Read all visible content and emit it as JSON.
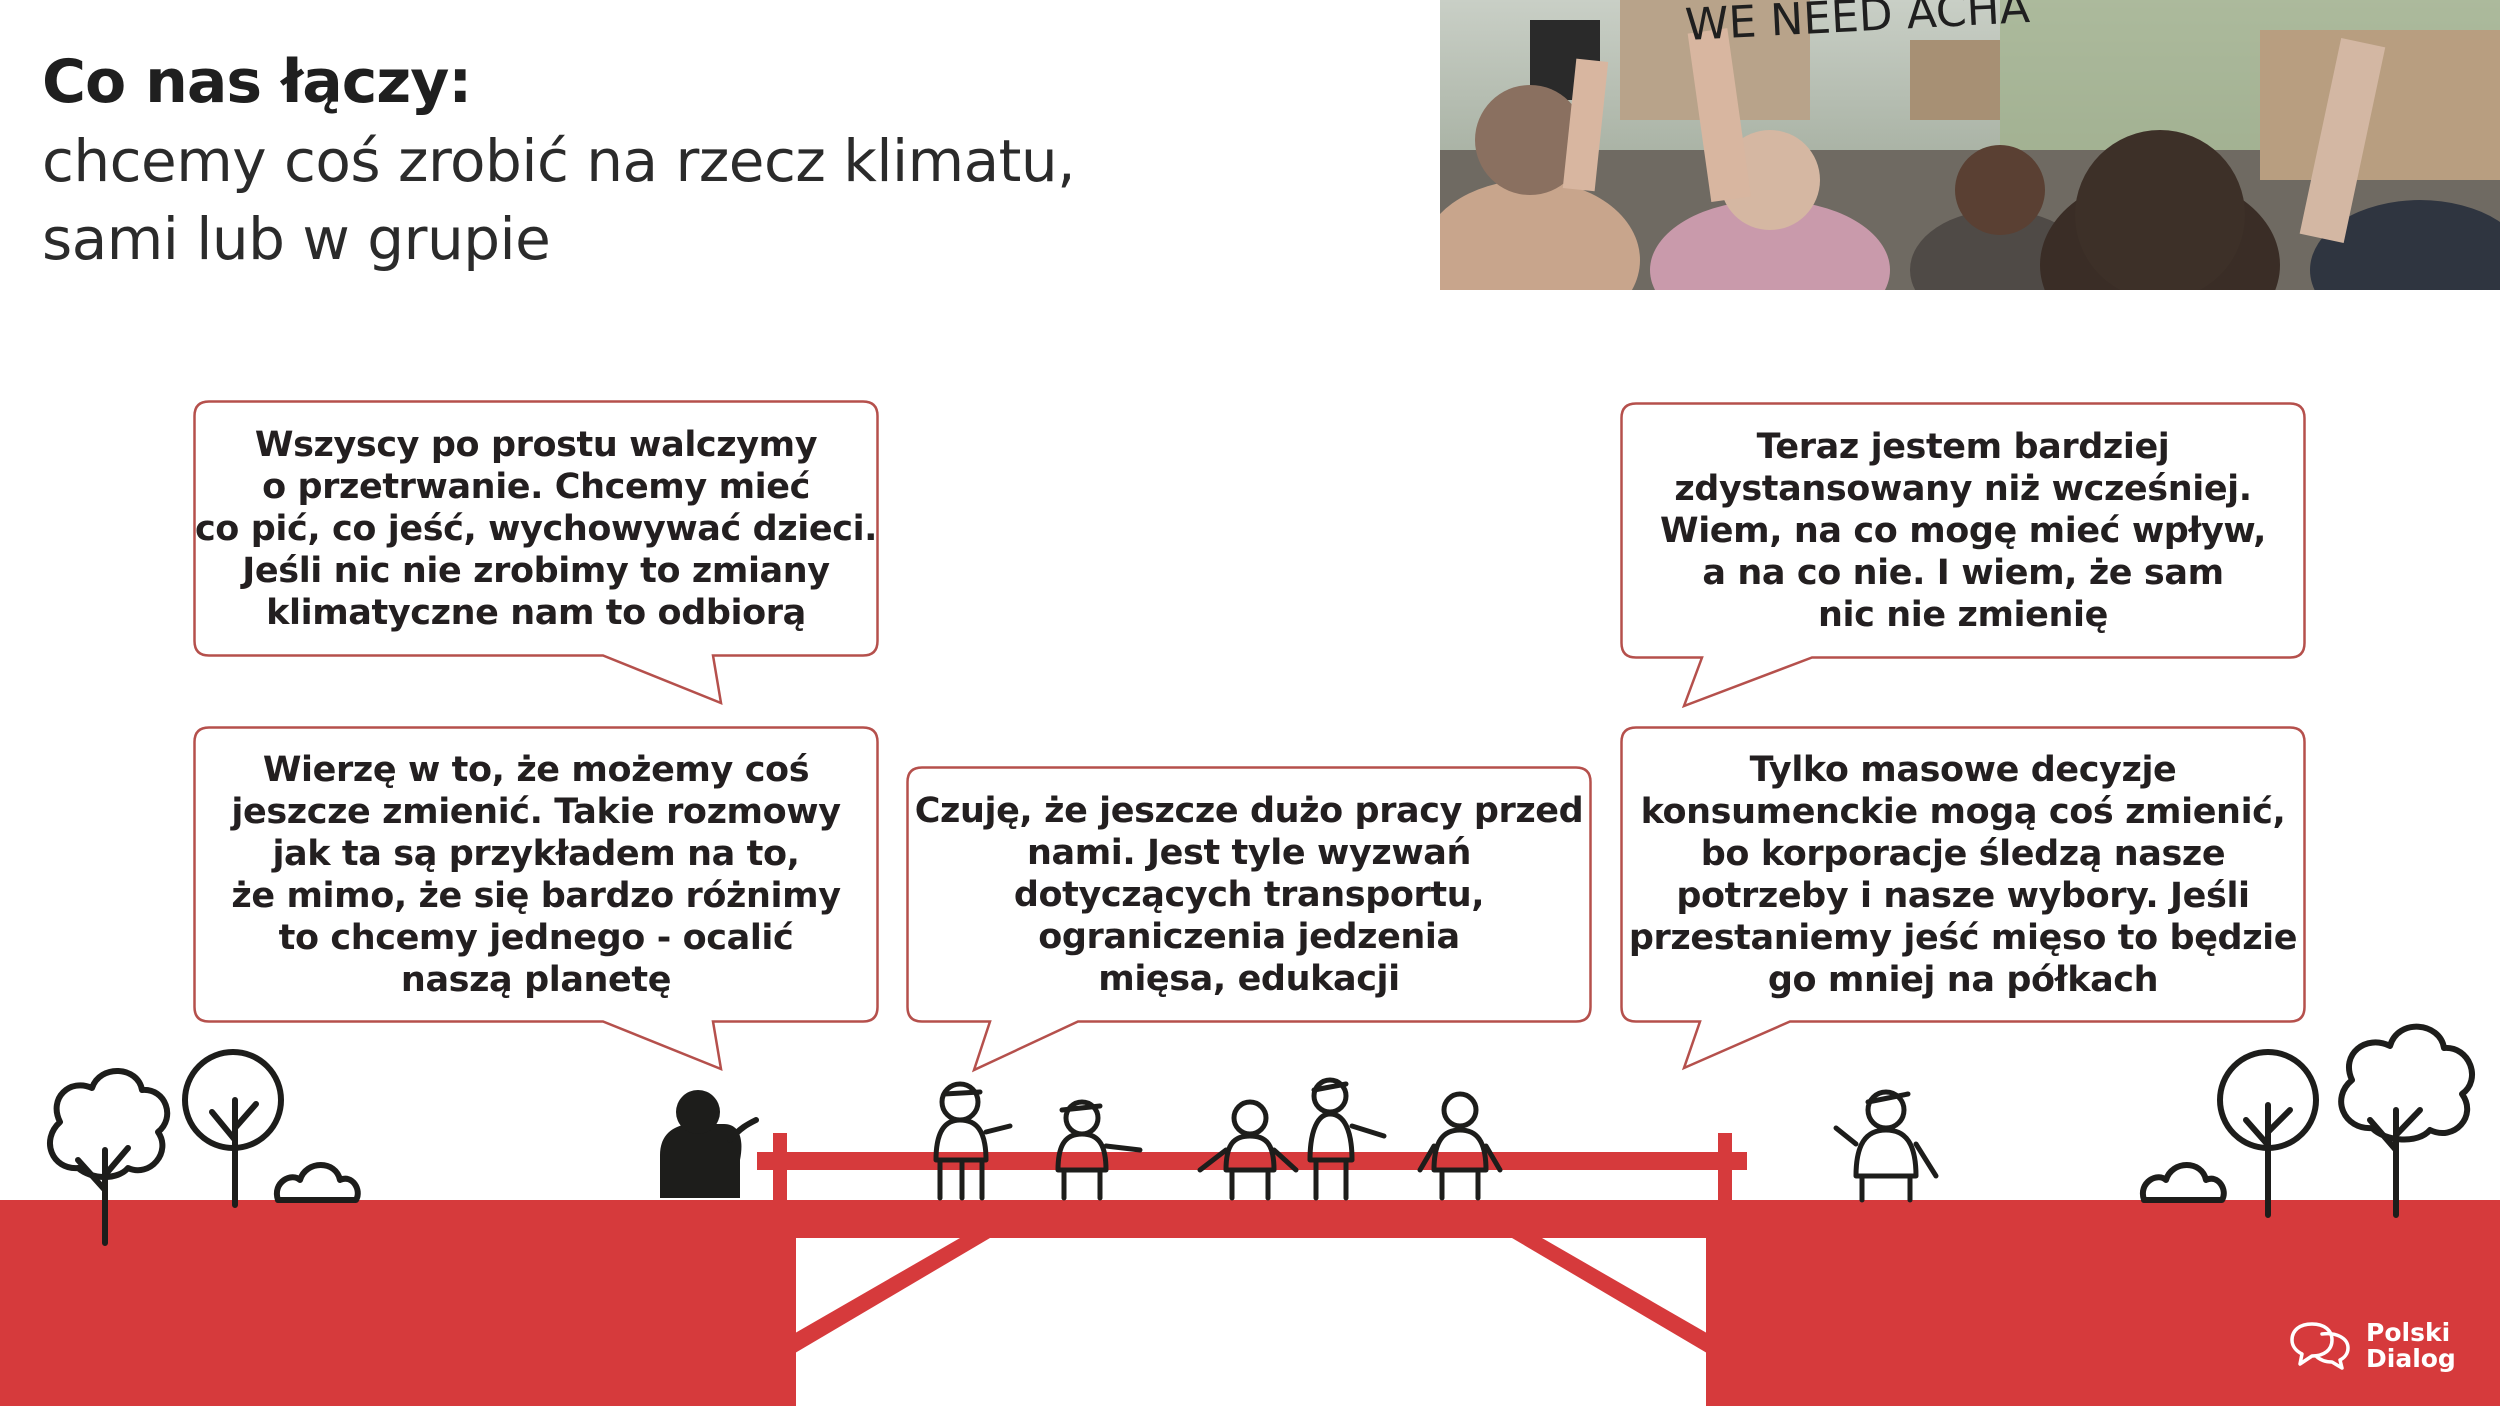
{
  "heading": {
    "title": "Co nas łączy:",
    "subtitle_line1": "chcemy coś zrobić na rzecz klimatu,",
    "subtitle_line2": "sami lub w grupie"
  },
  "photo": {
    "sign_text": "WE NEED ACHA"
  },
  "bubbles": [
    {
      "text": "Wszyscy po prostu walczymy\no przetrwanie. Chcemy mieć\nco pić, co jeść, wychowywać dzieci.\nJeśli nic nie zrobimy to zmiany\nklimatyczne nam to odbiorą"
    },
    {
      "text": "Wierzę w to, że możemy coś\njeszcze zmienić. Takie rozmowy\njak ta są przykładem na to,\nże mimo, że się bardzo różnimy\nto chcemy jednego - ocalić\nnaszą planetę"
    },
    {
      "text": "Czuję, że jeszcze dużo pracy przed\nnami. Jest tyle wyzwań\ndotyczących transportu,\nograniczenia jedzenia\nmięsa, edukacji"
    },
    {
      "text": "Teraz jestem bardziej\nzdystansowany niż wcześniej.\nWiem, na co mogę mieć wpływ,\na na co nie. I wiem, że sam\nnic nie zmienię"
    },
    {
      "text": "Tylko masowe decyzje\nkonsumenckie mogą coś zmienić,\nbo korporacje śledzą nasze\npotrzeby i nasze wybory. Jeśli\nprzestaniemy jeść mięso to będzie\ngo mniej na półkach"
    }
  ],
  "logo": {
    "text": "Polski\nDialog"
  },
  "colors": {
    "accent_red": "#d63a3c",
    "bubble_border": "#b5504c",
    "text": "#231f20"
  },
  "icons": [
    "tree-icon",
    "bush-icon",
    "person-figure-icon",
    "speech-bubbles-icon"
  ]
}
